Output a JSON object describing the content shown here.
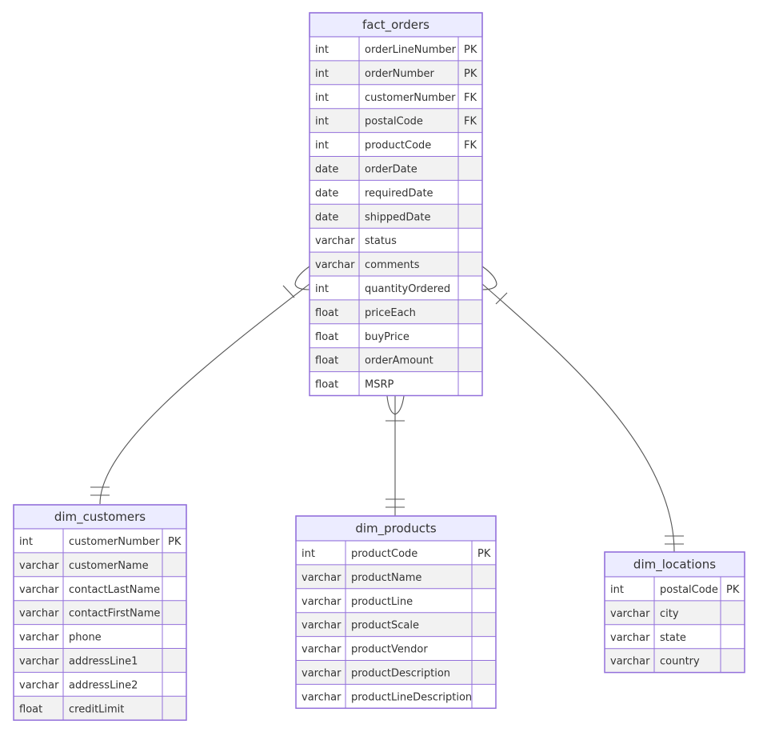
{
  "colors": {
    "border": "#9370DB",
    "header_fill": "#ECECFF",
    "row_odd": "#FFFFFF",
    "row_even": "#F2F2F2",
    "text": "#333333",
    "line": "#555555"
  },
  "entities": {
    "fact_orders": {
      "name": "fact_orders",
      "rows": [
        {
          "type": "int",
          "name": "orderLineNumber",
          "key": "PK"
        },
        {
          "type": "int",
          "name": "orderNumber",
          "key": "PK"
        },
        {
          "type": "int",
          "name": "customerNumber",
          "key": "FK"
        },
        {
          "type": "int",
          "name": "postalCode",
          "key": "FK"
        },
        {
          "type": "int",
          "name": "productCode",
          "key": "FK"
        },
        {
          "type": "date",
          "name": "orderDate",
          "key": ""
        },
        {
          "type": "date",
          "name": "requiredDate",
          "key": ""
        },
        {
          "type": "date",
          "name": "shippedDate",
          "key": ""
        },
        {
          "type": "varchar",
          "name": "status",
          "key": ""
        },
        {
          "type": "varchar",
          "name": "comments",
          "key": ""
        },
        {
          "type": "int",
          "name": "quantityOrdered",
          "key": ""
        },
        {
          "type": "float",
          "name": "priceEach",
          "key": ""
        },
        {
          "type": "float",
          "name": "buyPrice",
          "key": ""
        },
        {
          "type": "float",
          "name": "orderAmount",
          "key": ""
        },
        {
          "type": "float",
          "name": "MSRP",
          "key": ""
        }
      ]
    },
    "dim_customers": {
      "name": "dim_customers",
      "rows": [
        {
          "type": "int",
          "name": "customerNumber",
          "key": "PK"
        },
        {
          "type": "varchar",
          "name": "customerName",
          "key": ""
        },
        {
          "type": "varchar",
          "name": "contactLastName",
          "key": ""
        },
        {
          "type": "varchar",
          "name": "contactFirstName",
          "key": ""
        },
        {
          "type": "varchar",
          "name": "phone",
          "key": ""
        },
        {
          "type": "varchar",
          "name": "addressLine1",
          "key": ""
        },
        {
          "type": "varchar",
          "name": "addressLine2",
          "key": ""
        },
        {
          "type": "float",
          "name": "creditLimit",
          "key": ""
        }
      ]
    },
    "dim_products": {
      "name": "dim_products",
      "rows": [
        {
          "type": "int",
          "name": "productCode",
          "key": "PK"
        },
        {
          "type": "varchar",
          "name": "productName",
          "key": ""
        },
        {
          "type": "varchar",
          "name": "productLine",
          "key": ""
        },
        {
          "type": "varchar",
          "name": "productScale",
          "key": ""
        },
        {
          "type": "varchar",
          "name": "productVendor",
          "key": ""
        },
        {
          "type": "varchar",
          "name": "productDescription",
          "key": ""
        },
        {
          "type": "varchar",
          "name": "productLineDescription",
          "key": ""
        }
      ]
    },
    "dim_locations": {
      "name": "dim_locations",
      "rows": [
        {
          "type": "int",
          "name": "postalCode",
          "key": "PK"
        },
        {
          "type": "varchar",
          "name": "city",
          "key": ""
        },
        {
          "type": "varchar",
          "name": "state",
          "key": ""
        },
        {
          "type": "varchar",
          "name": "country",
          "key": ""
        }
      ]
    }
  },
  "relationships": [
    {
      "from": "fact_orders",
      "to": "dim_customers",
      "from_cardinality": "one-or-more",
      "to_cardinality": "exactly-one"
    },
    {
      "from": "fact_orders",
      "to": "dim_products",
      "from_cardinality": "one-or-more",
      "to_cardinality": "exactly-one"
    },
    {
      "from": "fact_orders",
      "to": "dim_locations",
      "from_cardinality": "one-or-more",
      "to_cardinality": "exactly-one"
    }
  ]
}
